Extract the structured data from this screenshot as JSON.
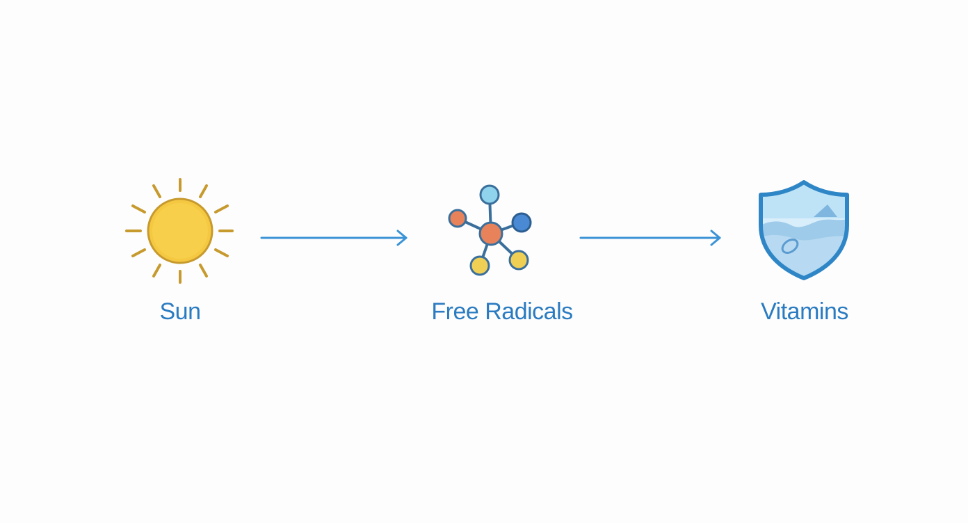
{
  "diagram": {
    "nodes": [
      {
        "label": "Sun",
        "icon": "sun-icon"
      },
      {
        "label": "Free Radicals",
        "icon": "molecule-icon"
      },
      {
        "label": "Vitamins",
        "icon": "shield-icon"
      }
    ],
    "edges": [
      {
        "from": "Sun",
        "to": "Free Radicals"
      },
      {
        "from": "Free Radicals",
        "to": "Vitamins"
      }
    ]
  },
  "colors": {
    "label": "#2a7bc1",
    "arrow": "#3b93d6",
    "sun_fill": "#f5c842",
    "sun_stroke": "#c79a2e",
    "atom_orange": "#e8825a",
    "atom_blue": "#4a8ad4",
    "atom_light_blue": "#8fd3ec",
    "atom_yellow": "#f0cf55",
    "shield_stroke": "#2f86c6",
    "shield_fill": "#cde8f7"
  }
}
